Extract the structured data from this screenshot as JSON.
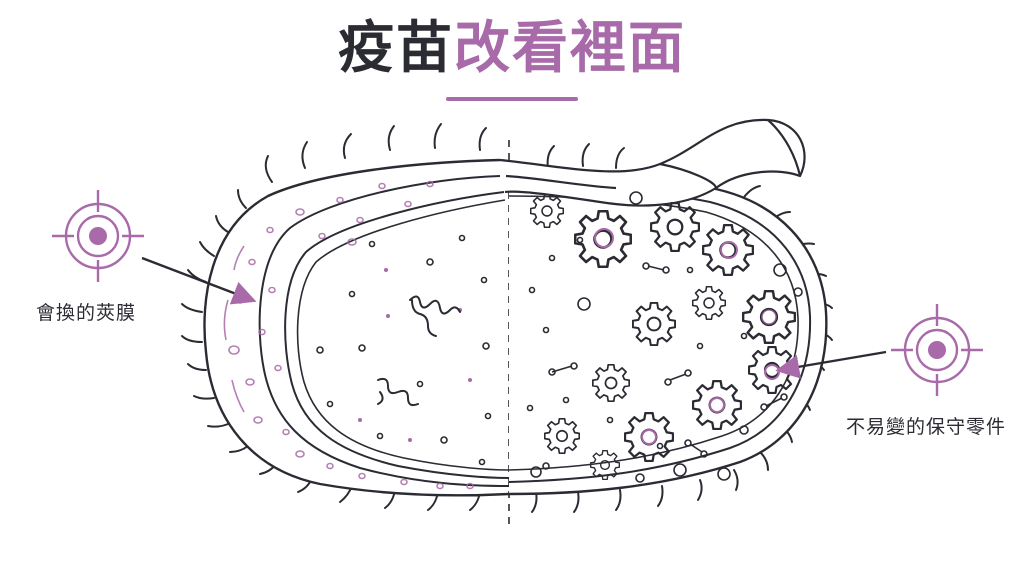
{
  "title": {
    "part1": "疫苗",
    "part2": "改看裡面"
  },
  "labels": {
    "left": "會換的莢膜",
    "right": "不易變的保守零件"
  },
  "colors": {
    "accent": "#a86aa8",
    "ink": "#2b2b33"
  },
  "icons": [
    "target-icon",
    "gear-icon",
    "arrow-icon"
  ]
}
